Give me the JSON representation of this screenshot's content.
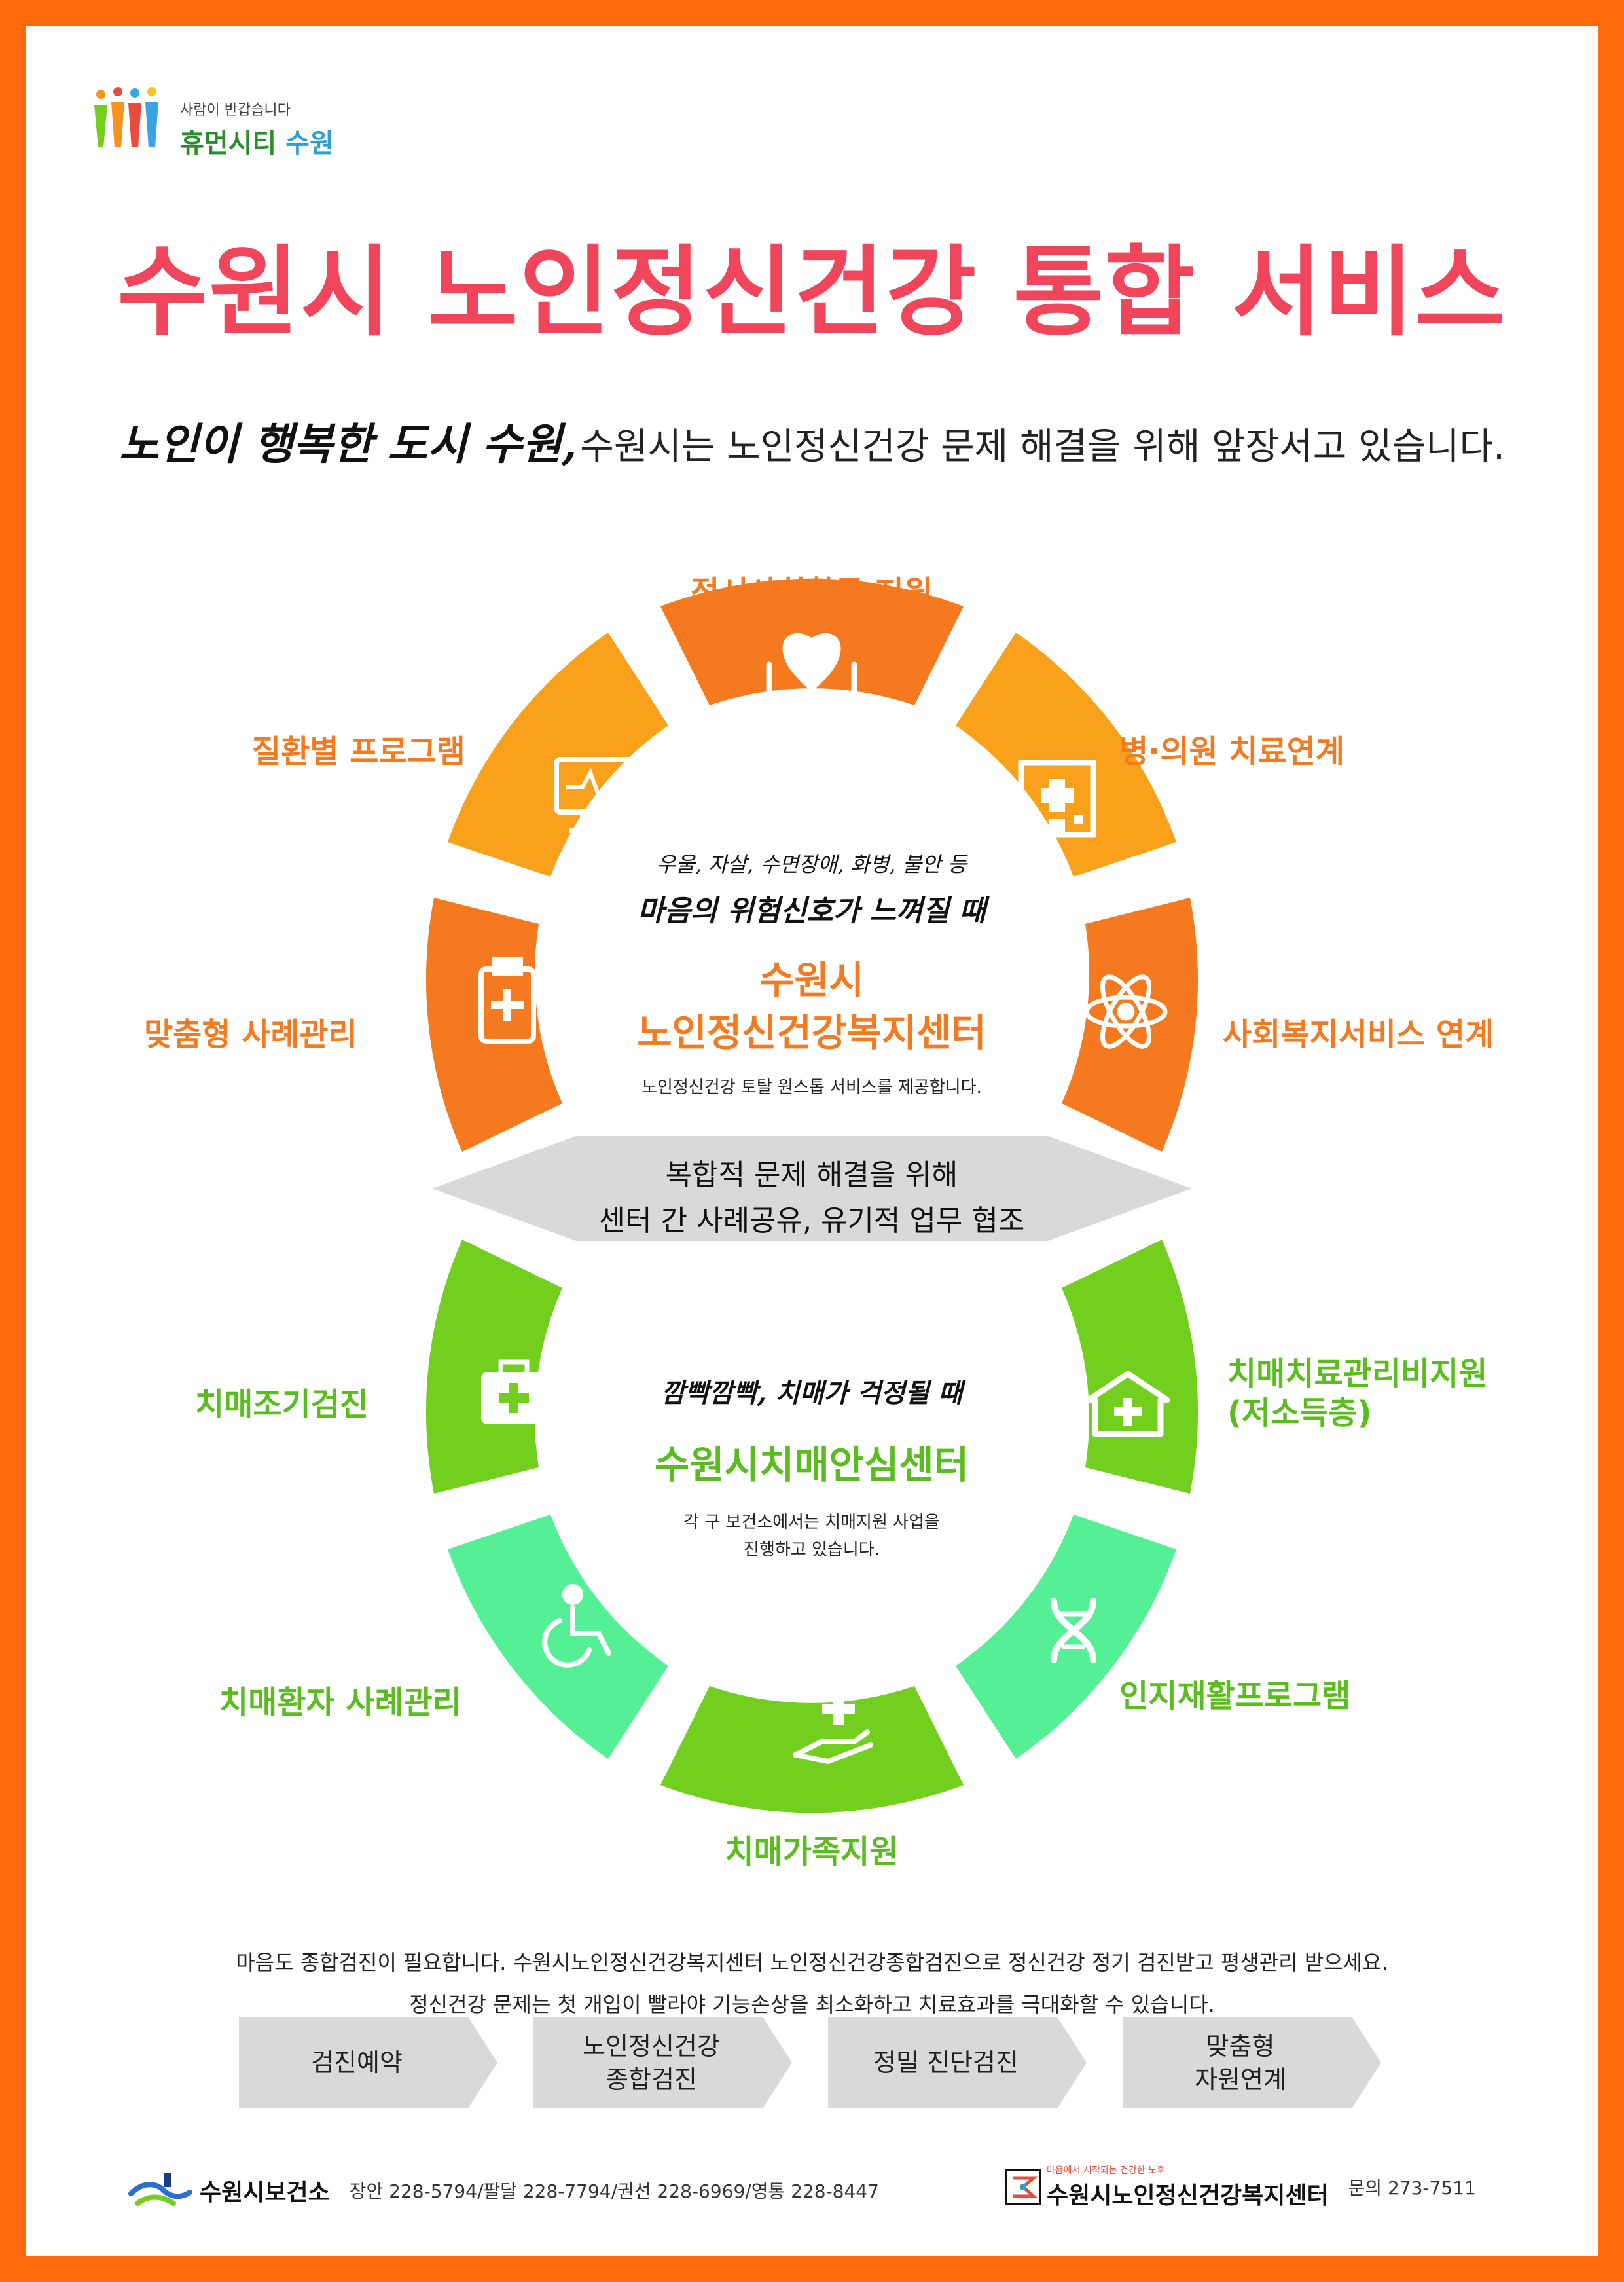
{
  "logo": {
    "tagline": "사람이 반갑습니다",
    "name_main": "휴먼시티",
    "name_accent": "수원"
  },
  "title": "수원시 노인정신건강 통합 서비스",
  "subtitle": {
    "handwritten": "노인이 행복한 도시 수원,",
    "rest": "수원시는 노인정신건강 문제 해결을 위해 앞장서고 있습니다."
  },
  "upper_center": {
    "handwritten_line1": "우울, 자살, 수면장애, 화병, 불안 등",
    "handwritten_line2": "마음의 위험신호가 느껴질 때",
    "name_line1": "수원시",
    "name_line2": "노인정신건강복지센터",
    "description": "노인정신건강 토탈 원스톱 서비스를 제공합니다."
  },
  "upper_services": [
    {
      "label": "정서사회활동 지원",
      "icon": "heart-hands-icon"
    },
    {
      "label": "병·의원 치료연계",
      "icon": "hospital-icon"
    },
    {
      "label": "사회복지서비스 연계",
      "icon": "atom-icon"
    },
    {
      "label": "맞춤형 사례관리",
      "icon": "clipboard-icon"
    },
    {
      "label": "질환별 프로그램",
      "icon": "monitor-heartbeat-icon"
    }
  ],
  "cooperation": {
    "line1": "복합적 문제 해결을 위해",
    "line2": "센터 간 사례공유, 유기적 업무 협조"
  },
  "lower_center": {
    "handwritten": "깜빡깜빡, 치매가 걱정될 때",
    "name": "수원시치매안심센터",
    "description_line1": "각 구 보건소에서는 치매지원 사업을",
    "description_line2": "진행하고 있습니다."
  },
  "lower_services": [
    {
      "label": "치매조기검진",
      "icon": "medical-kit-icon"
    },
    {
      "label_line1": "치매치료관리비지원",
      "label_line2": "(저소득층)",
      "icon": "house-plus-icon"
    },
    {
      "label": "인지재활프로그램",
      "icon": "dna-icon"
    },
    {
      "label": "치매가족지원",
      "icon": "hand-plus-icon"
    },
    {
      "label": "치매환자 사례관리",
      "icon": "wheelchair-icon"
    }
  ],
  "notice": {
    "line1": "마음도 종합검진이 필요합니다. 수원시노인정신건강복지센터 노인정신건강종합검진으로 정신건강 정기 검진받고 평생관리 받으세요.",
    "line2": "정신건강 문제는 첫 개입이 빨라야 기능손상을 최소화하고 치료효과를 극대화할 수 있습니다."
  },
  "steps": [
    {
      "line1": "검진예약",
      "line2": ""
    },
    {
      "line1": "노인정신건강",
      "line2": "종합검진"
    },
    {
      "line1": "정밀 진단검진",
      "line2": ""
    },
    {
      "line1": "맞춤형",
      "line2": "자원연계"
    }
  ],
  "footer": {
    "health_center": "수원시보건소",
    "phones": "장안 228-5794/팔달 228-7794/권선 228-6969/영통 228-8447",
    "center_tagline": "마음에서 시작되는 건강한 노후",
    "center_name": "수원시노인정신건강복지센터",
    "contact": "문의 273-7511"
  },
  "colors": {
    "border": "#ff6a0e",
    "title": "#f0455a",
    "orange_dark": "#f57a1f",
    "orange_mid": "#f7931e",
    "orange_light": "#f9a11b",
    "green": "#72cf1e",
    "mint": "#55f095",
    "gray": "#d9d9d9"
  }
}
